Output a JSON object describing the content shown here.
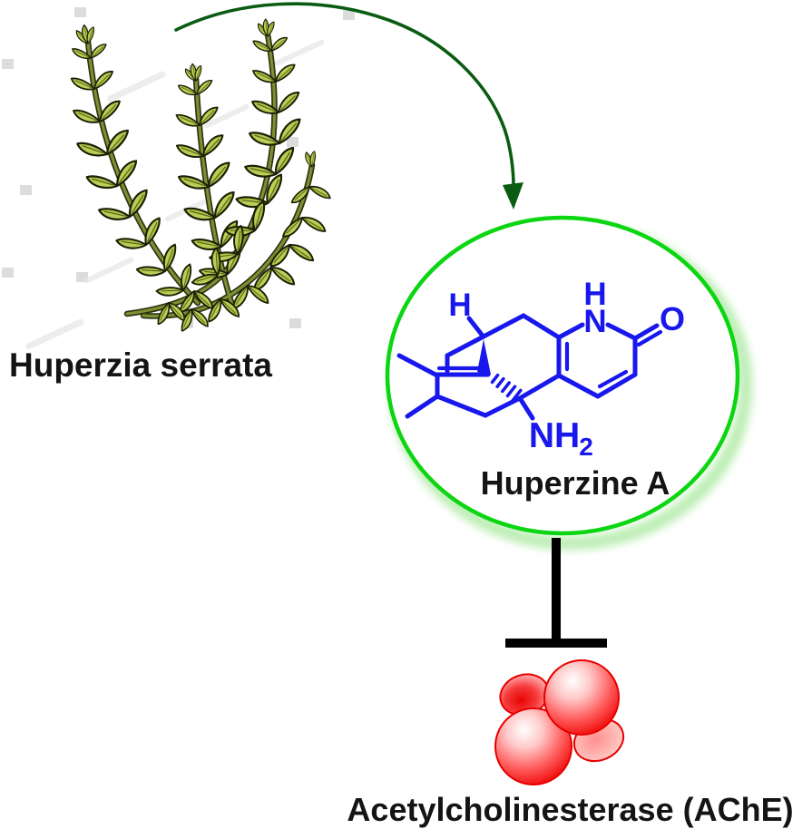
{
  "diagram": {
    "source_label": "Huperzia serrata",
    "compound_label": "Huperzine A",
    "target_label": "Acetylcholinesterase (AChE)",
    "molecule": {
      "atom_labels": {
        "stereo_h": "H",
        "amide_h": "H",
        "amide_n": "N",
        "carbonyl_o": "O",
        "amine_group": "NH",
        "amine_subscript": "2"
      }
    },
    "relationship": "inhibition (T-bar from Huperzine A to AChE)",
    "colors": {
      "molecule_blue": "#1717ee",
      "circle_green": "#0bd611",
      "circle_glow_green": "#bdeeb5",
      "arrow_dark_green": "#0a5c12",
      "inhibitor_black": "#000000",
      "enzyme_red": "#ee1111",
      "leaf_green": "#a9c23f",
      "stem_green": "#7d8f33",
      "label_black": "#141414",
      "watermark_gray": "#dcdcdc"
    }
  }
}
